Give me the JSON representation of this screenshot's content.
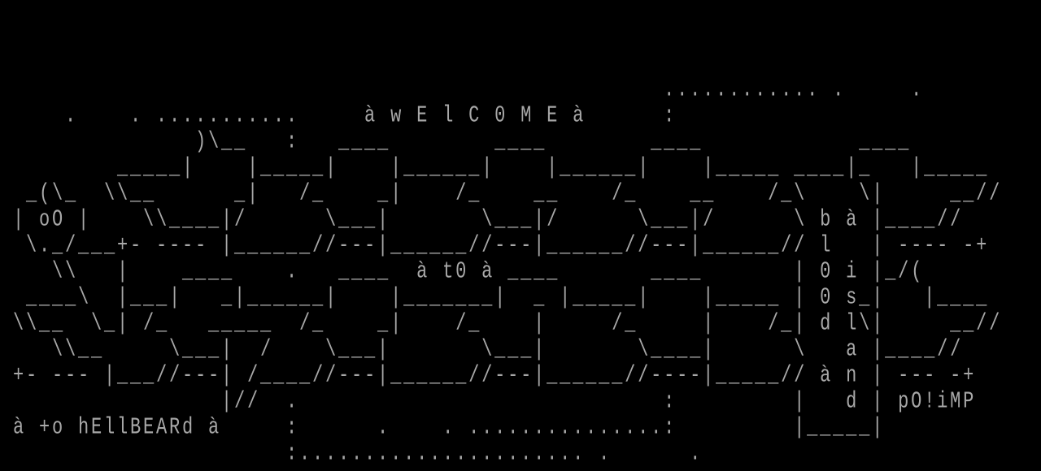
{
  "screen": {
    "fg_color": "#a8a8a8",
    "bg_color": "#000000",
    "rows": [
      "                                                   ............ .     .",
      "     .    . ...........     à w E l C 0 M E à      :",
      "               )\\__   :   ____        ____        ____            ____",
      "         _____|    |_____|    |______|    |______|    |_____ ____|_   |_____",
      "  _(\\_  \\\\__      _|   /_    _|    /_    __    /_    __    /_\\    \\|     __//",
      " | oO |    \\\\____|/      \\___|       \\___|/      \\___|/      \\ b à |____//",
      "  \\._/___+- ---- |______//---|______//---|______//---|______// l   | ---- -+",
      "    \\\\   |    ____    .   ____  à t0 à ____       ____       | 0 i |_/(",
      "  ____\\  |___|   _|______|    |_______|  _ |_____|    |_____ | 0 s_|   |____",
      " \\\\__  \\_| /_   _____  /_    _|    /_    |     /_     |    /_| d l\\|     __//",
      "    \\\\__     \\___|  /    \\___|       \\___|       \\____|      \\   a |____//",
      " +- --- |___//---| /____//---|______//---|______//----|_____// à n | --- -+",
      "                 |//  .                            :         |   d | pO!iMP",
      " à +o hEllBEARd à     :      .    . ...............:         |_____|",
      "                      :...................... .      ."
    ]
  }
}
